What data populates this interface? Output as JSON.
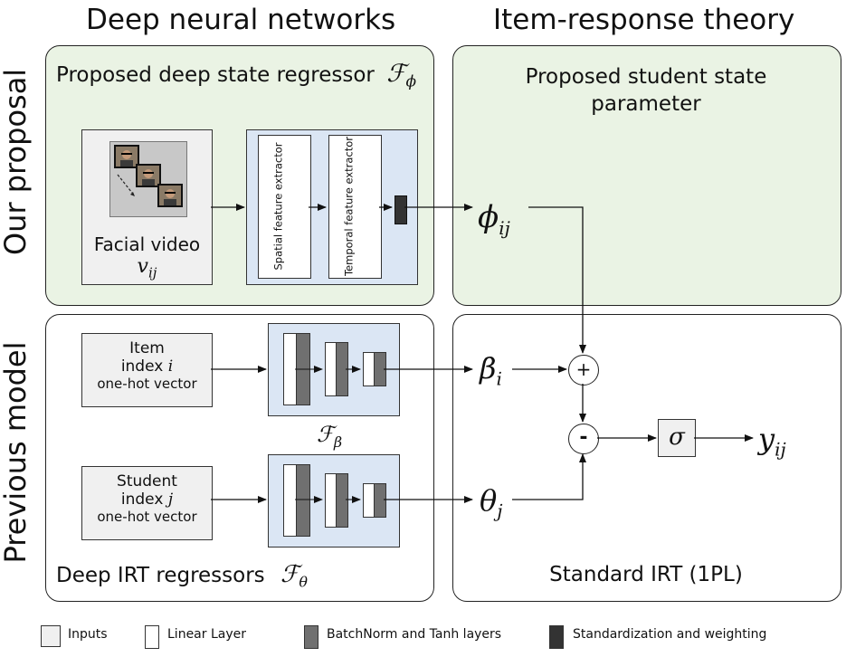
{
  "columns": {
    "left": "Deep neural networks",
    "right": "Item-response theory"
  },
  "rows": {
    "top": "Our proposal",
    "bottom": "Previous model"
  },
  "top_left": {
    "label": "Proposed deep state regressor",
    "symbol": "ℱ",
    "symbol_sub": "ϕ",
    "video_label": "Facial video",
    "video_var": "v",
    "video_var_sub": "ij",
    "spatial": "Spatial feature extractor",
    "temporal": "Temporal feature extractor"
  },
  "top_right": {
    "label_line1": "Proposed student state",
    "label_line2": "parameter",
    "phi": "ϕ",
    "phi_sub": "ij"
  },
  "bottom_left": {
    "item_line1": "Item",
    "item_line2": "index",
    "item_var": "i",
    "item_line3": "one-hot vector",
    "student_line1": "Student",
    "student_line2": "index",
    "student_var": "j",
    "student_line3": "one-hot vector",
    "f_beta_symbol": "ℱ",
    "f_beta_sub": "β",
    "label": "Deep IRT regressors",
    "f_theta_symbol": "ℱ",
    "f_theta_sub": "θ"
  },
  "bottom_right": {
    "beta": "β",
    "beta_sub": "i",
    "theta": "θ",
    "theta_sub": "j",
    "plus": "+",
    "minus": "-",
    "sigma": "σ",
    "y": "y",
    "y_sub": "ij",
    "label": "Standard IRT (1PL)"
  },
  "legend": {
    "inputs": "Inputs",
    "linear": "Linear Layer",
    "batchnorm": "BatchNorm and Tanh layers",
    "standardization": "Standardization and weighting"
  },
  "colors": {
    "green_panel": "#eaf3e4",
    "blue_box": "#dbe6f4",
    "gray_box": "#f0f0f0",
    "dark_layer": "#707070",
    "black_layer": "#333333"
  }
}
